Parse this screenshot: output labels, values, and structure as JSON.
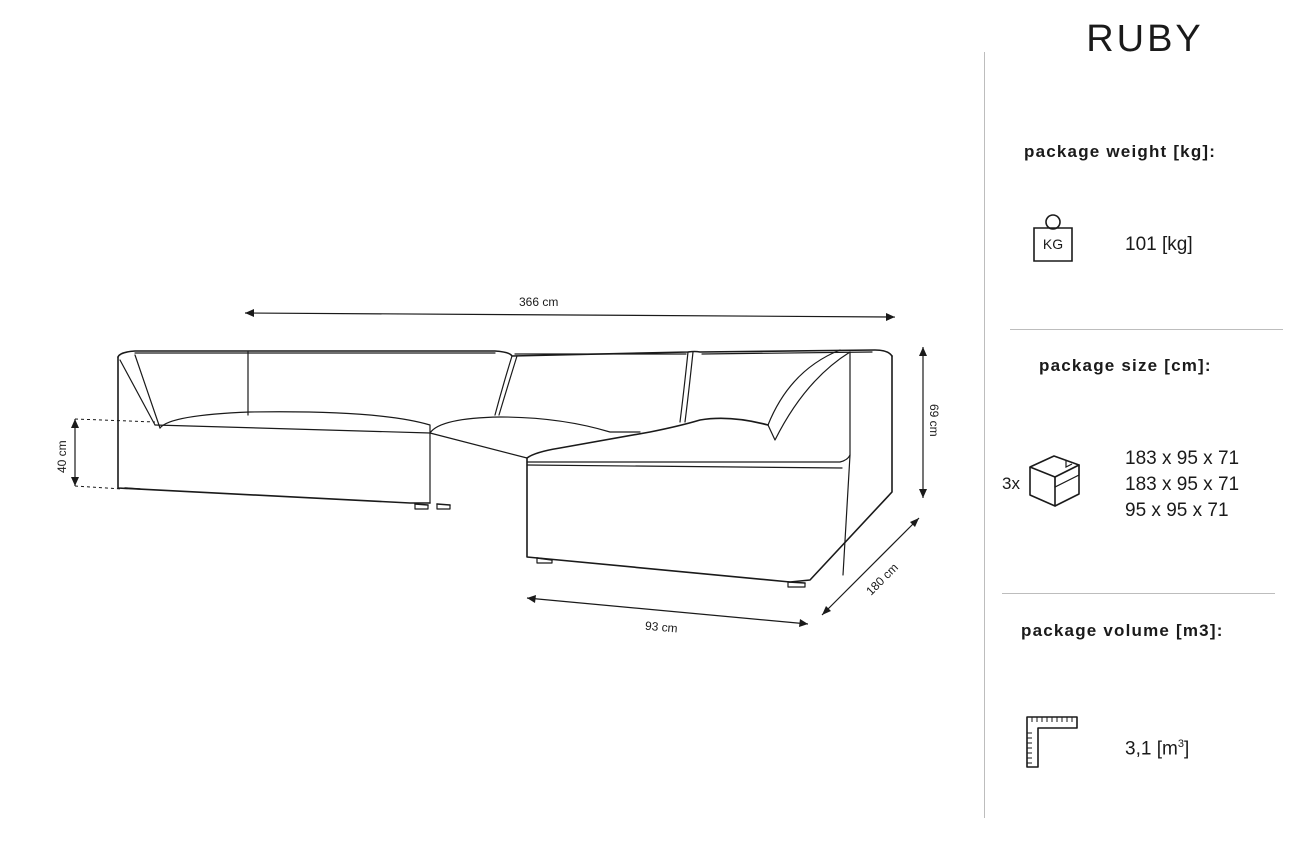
{
  "product": {
    "name": "RUBY"
  },
  "dimensions": {
    "width": "366 cm",
    "height": "69 cm",
    "seat_height": "40 cm",
    "chaise_depth": "180 cm",
    "chaise_width": "93 cm"
  },
  "specs": {
    "weight": {
      "heading": "package weight [kg]:",
      "icon": "kg-weight-icon",
      "icon_text": "KG",
      "value": "101 [kg]"
    },
    "size": {
      "heading": "package size [cm]:",
      "icon": "package-box-icon",
      "count": "3x",
      "values": [
        "183 x 95 x 71",
        "183 x 95 x 71",
        "95 x 95 x 71"
      ]
    },
    "volume": {
      "heading": "package volume [m3]:",
      "icon": "ruler-corner-icon",
      "value": "3,1 [m",
      "unit_sup": "3",
      "value_end": "]"
    }
  }
}
